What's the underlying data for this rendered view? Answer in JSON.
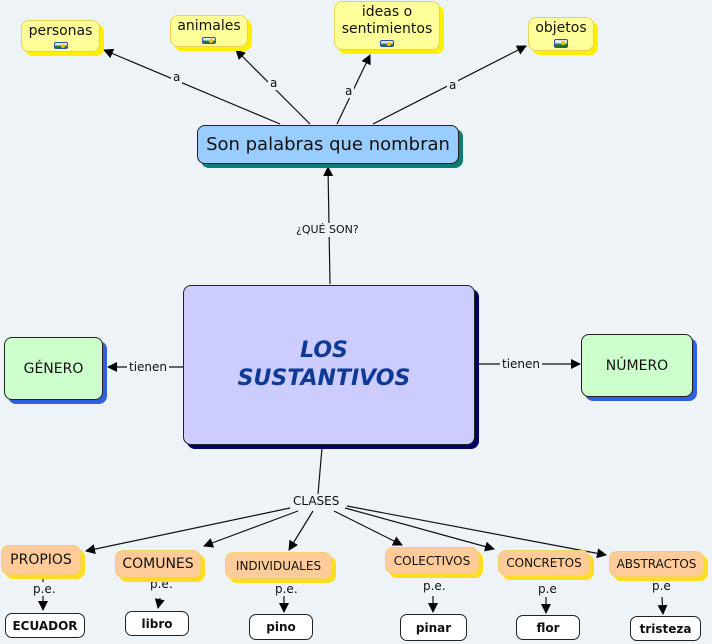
{
  "diagram": {
    "title": "LOS SUSTANTIVOS",
    "colors": {
      "background": "#edf3f6",
      "main_fill": "#ccccff",
      "main_text": "#0d3a94",
      "definition_fill": "#99ccff",
      "examples_fill": "#ffff99",
      "attribute_fill": "#ccffcc",
      "class_fill": "#ffcc99",
      "example_leaf_fill": "#ffffff"
    },
    "central": {
      "line1": "LOS",
      "line2": "SUSTANTIVOS"
    },
    "definition": {
      "label": "Son palabras que nombran",
      "link_label": "¿QUÉ SON?"
    },
    "named_things": [
      {
        "label": "personas",
        "icon": "image-icon",
        "link_label": "a"
      },
      {
        "label": "animales",
        "icon": "image-icon",
        "link_label": "a"
      },
      {
        "label_line1": "ideas o",
        "label_line2": "sentimientos",
        "icon": "image-icon",
        "link_label": "a"
      },
      {
        "label": "objetos",
        "icon": "image-icon",
        "link_label": "a"
      }
    ],
    "attributes": [
      {
        "label": "GÉNERO",
        "link_label": "tienen"
      },
      {
        "label": "NÚMERO",
        "link_label": "tienen"
      }
    ],
    "classes_link_label": "CLASES",
    "classes": [
      {
        "label": "PROPIOS",
        "link_label": "p.e.",
        "example": "ECUADOR"
      },
      {
        "label": "COMUNES",
        "link_label": "p.e.",
        "example": "libro"
      },
      {
        "label": "INDIVIDUALES",
        "link_label": "p.e.",
        "example": "pino"
      },
      {
        "label": "COLECTIVOS",
        "link_label": "p.e.",
        "example": "pinar"
      },
      {
        "label": "CONCRETOS",
        "link_label": "p.e",
        "example": "flor"
      },
      {
        "label": "ABSTRACTOS",
        "link_label": "p.e",
        "example": "tristeza"
      }
    ]
  }
}
